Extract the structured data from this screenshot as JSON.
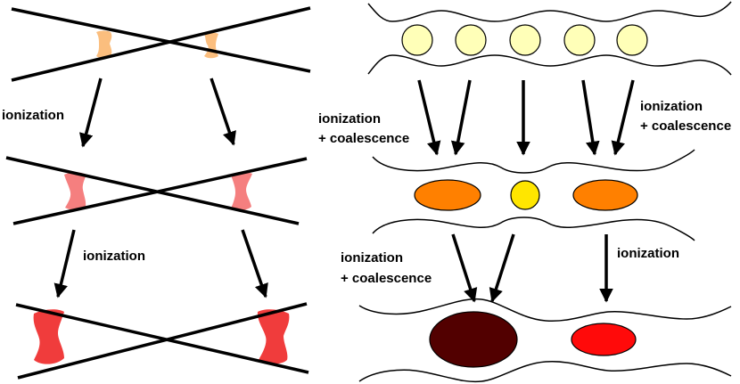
{
  "labels": {
    "left_ionization_1": "ionization",
    "left_ionization_2": "ionization",
    "right_ion_coal_1_line1": "ionization",
    "right_ion_coal_1_line2": "+ coalescence",
    "right_ion_coal_2_line1": "ionization",
    "right_ion_coal_2_line2": "+ coalescence",
    "right_ion_coal_3_line1": "ionization",
    "right_ion_coal_3_line2": "+ coalescence",
    "right_ionization": "ionization"
  },
  "colors": {
    "stage1_left_droplet": "#FBBE7E",
    "stage2_left_droplet": "#F57F7F",
    "stage3_left_droplet": "#F03C3C",
    "stage1_right_bubble": "#FFFFB8",
    "stage2_bubble_orange": "#FF8000",
    "stage2_bubble_yellow": "#FFE600",
    "stage3_bubble_dark": "#520000",
    "stage3_bubble_red": "#FF0A0A",
    "line": "#000000"
  }
}
